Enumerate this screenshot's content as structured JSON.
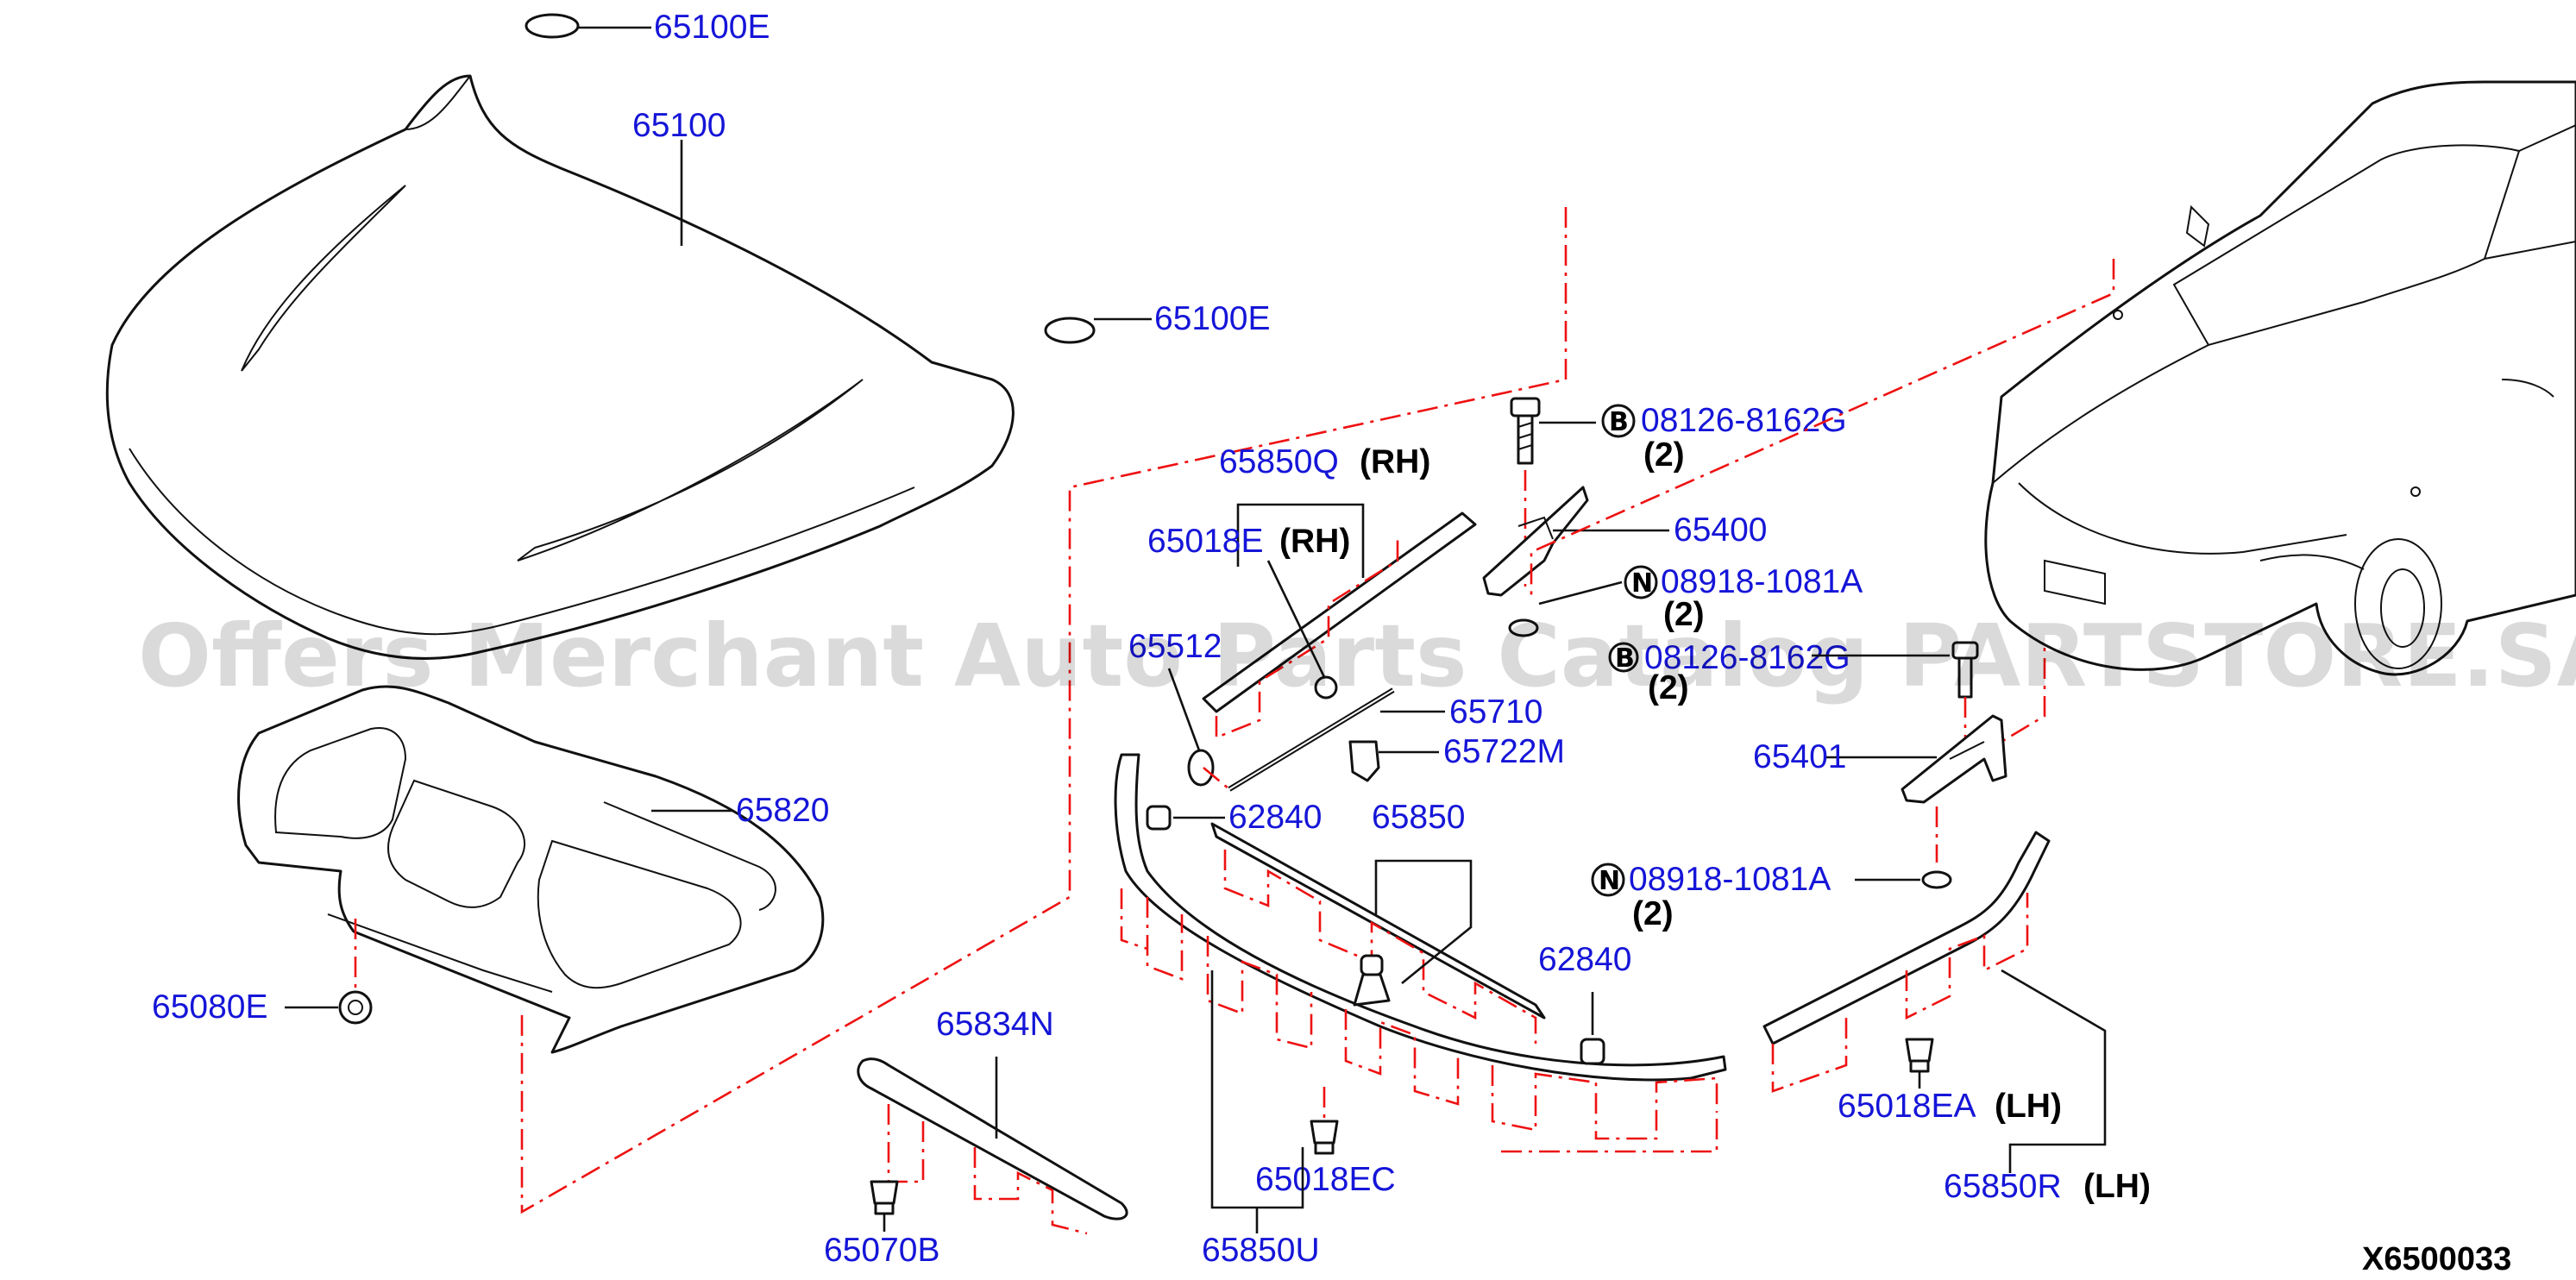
{
  "diagram_id": "X6500033",
  "watermark": "Offers Merchant Auto Parts Catalog PARTSTORE.SA",
  "colors": {
    "part_number": "#1515d8",
    "leader": "#111111",
    "phantom": "#e11111"
  },
  "parts": {
    "p65100E_top": "65100E",
    "p65100": "65100",
    "p65100E_mid": "65100E",
    "p65820": "65820",
    "p65080E": "65080E",
    "p65834N": "65834N",
    "p65070B": "65070B",
    "p65850Q": "65850Q",
    "p65018E": "65018E",
    "p65512": "65512",
    "p08126_8162G": "08126-8162G",
    "p65400": "65400",
    "p08918_1081A_a": "08918-1081A",
    "p08126_b": "08126-8162G",
    "p65710": "65710",
    "p65722M": "65722M",
    "p62840_a": "62840",
    "p65850": "65850",
    "p62840_b": "62840",
    "p65401": "65401",
    "p08918_1081A_b": "08918-1081A",
    "p65018EA": "65018EA",
    "p65018EC": "65018EC",
    "p65850U": "65850U",
    "p65850R": "65850R"
  },
  "suffix": {
    "rh1": "(RH)",
    "rh2": "(RH)",
    "lh1": "(LH)",
    "lh2": "(LH)"
  },
  "qty": {
    "q1": "(2)",
    "q2": "(2)",
    "q3": "(2)",
    "q4": "(2)"
  },
  "circle_marks": {
    "b1": "B",
    "b2": "B",
    "n1": "N",
    "n2": "N"
  }
}
